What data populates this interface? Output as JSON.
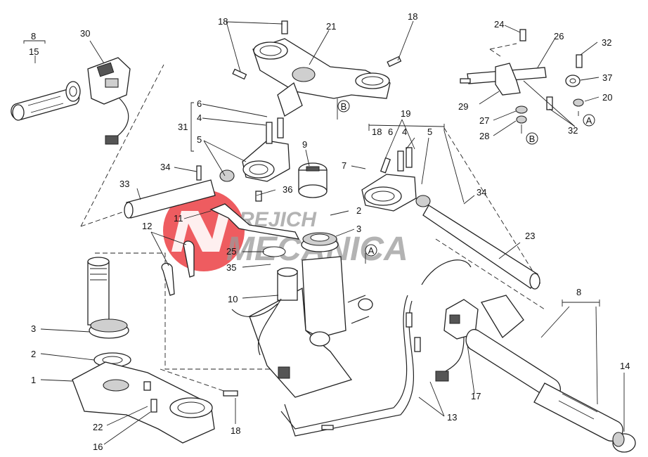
{
  "callouts": {
    "c1": "1",
    "c2": "2",
    "c3": "3",
    "c4": "4",
    "c5": "5",
    "c6": "6",
    "c7": "7",
    "c8": "8",
    "c9": "9",
    "c10": "10",
    "c11": "11",
    "c12": "12",
    "c13": "13",
    "c14": "14",
    "c15": "15",
    "c16": "16",
    "c17": "17",
    "c18": "18",
    "c19": "19",
    "c20": "20",
    "c21": "21",
    "c22": "22",
    "c23": "23",
    "c24": "24",
    "c25": "25",
    "c26": "26",
    "c27": "27",
    "c28": "28",
    "c29": "29",
    "c30": "30",
    "c31": "31",
    "c32": "32",
    "c33": "33",
    "c34": "34",
    "c35": "35",
    "c36": "36",
    "c37": "37"
  },
  "refs": {
    "a": "A",
    "b": "B"
  },
  "watermark": {
    "line1": "REJICH",
    "line2": "MECANICA",
    "color": "#e8262b"
  }
}
